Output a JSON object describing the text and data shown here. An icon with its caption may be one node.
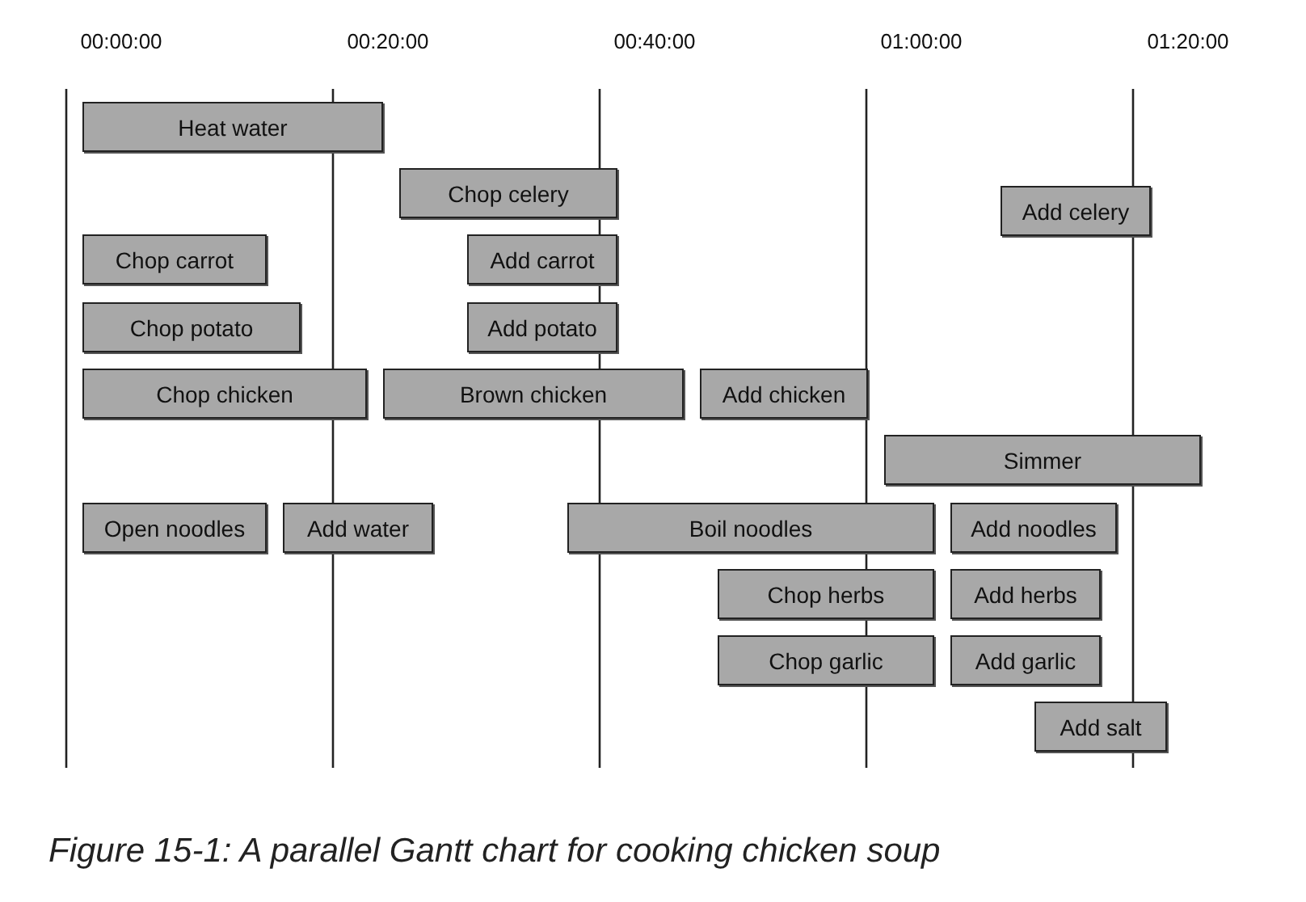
{
  "diagram": {
    "caption": "Figure 15-1: A parallel Gantt chart for cooking chicken soup",
    "nodes": [
      {
        "text": [
          "Heat water"
        ]
      },
      {
        "text": [
          "Chop celery"
        ]
      },
      {
        "text": [
          "Add celery"
        ]
      },
      {
        "text": [
          "Chop carrot"
        ]
      },
      {
        "text": [
          "Add carrot"
        ]
      },
      {
        "text": [
          "Chop potato"
        ]
      },
      {
        "text": [
          "Add potato"
        ]
      },
      {
        "text": [
          "Chop chicken"
        ]
      },
      {
        "text": [
          "Brown chicken"
        ]
      },
      {
        "text": [
          "Add chicken"
        ]
      },
      {
        "text": [
          "Simmer"
        ]
      },
      {
        "text": [
          "Open noodles"
        ]
      },
      {
        "text": [
          "Add water"
        ]
      },
      {
        "text": [
          "Boil noodles"
        ]
      },
      {
        "text": [
          "Add noodles"
        ]
      },
      {
        "text": [
          "Chop herbs"
        ]
      },
      {
        "text": [
          "Add herbs"
        ]
      },
      {
        "text": [
          "Chop garlic"
        ]
      },
      {
        "text": [
          "Add garlic"
        ]
      },
      {
        "text": [
          "Add salt"
        ]
      }
    ],
    "labels": [
      "00:00:00",
      "00:20:00",
      "00:40:00",
      "01:00:00",
      "01:20:00"
    ]
  }
}
